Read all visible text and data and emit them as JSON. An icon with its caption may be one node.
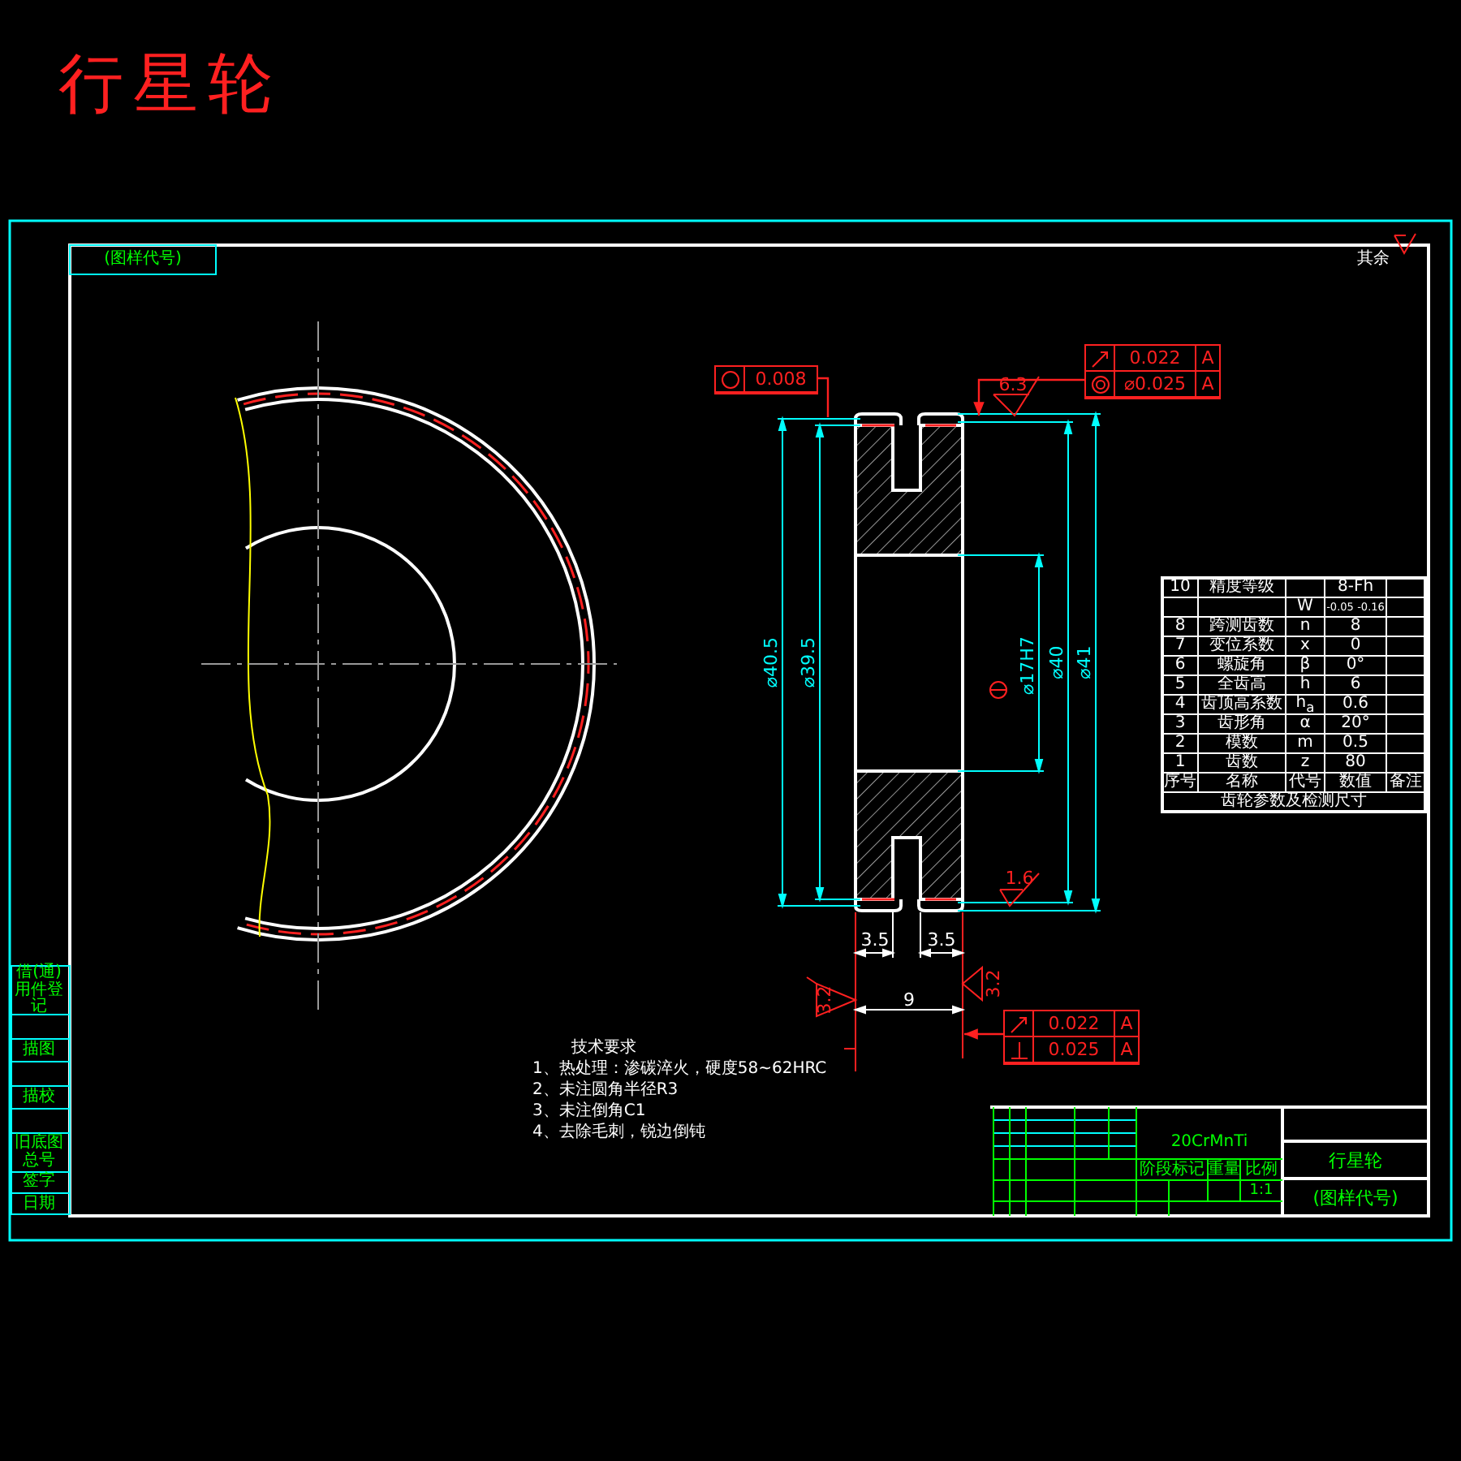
{
  "diagram": {
    "title": "行星轮",
    "nodes": [
      {
        "text": [
          "0.008"
        ]
      },
      {
        "text": [
          "0.022",
          "A",
          "⌀0.025",
          "A"
        ]
      },
      {
        "text": [
          "0.022",
          "A",
          "0.025",
          "A"
        ]
      },
      {
        "text": [],
        "shape": "picture"
      }
    ],
    "edges": [
      {
        "from": 0,
        "to": 3,
        "arrow": "none"
      },
      {
        "from": 1,
        "to": 3,
        "arrow": "to"
      },
      {
        "from": 2,
        "to": null,
        "arrow": "to"
      }
    ],
    "labels": [
      "(图样代号)",
      "其余",
      "6.3",
      "⌀40.5",
      "⌀39.5",
      "⌀17H7",
      "⌀40",
      "⌀41",
      "1.6",
      "3.5",
      "3.5",
      "3.2",
      "9",
      "3.2",
      "10",
      "精度等级",
      "8-Fh",
      "W",
      "-0.05",
      "-0.16",
      "8",
      "跨测齿数",
      "n",
      "8",
      "7",
      "变位系数",
      "x",
      "0",
      "6",
      "螺旋角",
      "β",
      "0°",
      "5",
      "全齿高",
      "h",
      "6",
      "4",
      "齿顶高系数",
      "h$_{a}$",
      "0.6",
      "3",
      "齿形角",
      "α",
      "20°",
      "2",
      "模数",
      "m",
      "0.5",
      "1",
      "齿数",
      "z",
      "80",
      "序号",
      "名称",
      "代号",
      "数值",
      "备注",
      "齿轮参数及检测尺寸",
      "技术要求",
      "1、热处理：渗碳淬火，硬度58~62HRC",
      "2、未注圆角半径R3",
      "3、未注倒角C1",
      "4、去除毛刺，锐边倒钝",
      "20CrMnTi",
      "阶段标记",
      "重量",
      "比例",
      "1:1",
      "行星轮",
      "(图样代号)",
      "借(通)用件登记",
      "描图",
      "描校",
      "旧底图总号",
      "签字",
      "日期"
    ]
  }
}
